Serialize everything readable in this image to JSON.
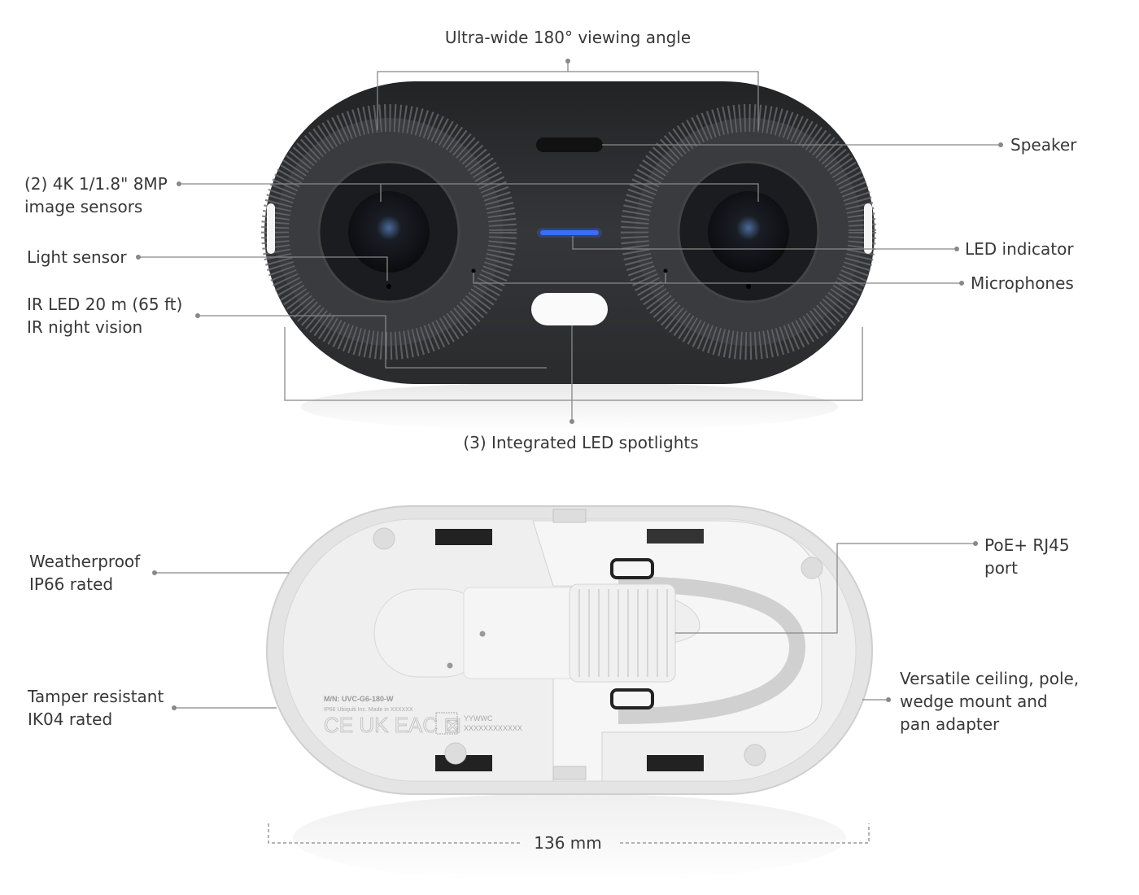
{
  "front": {
    "callouts": {
      "viewing_angle": "Ultra-wide 180° viewing angle",
      "speaker": "Speaker",
      "sensors_line1": "(2) 4K 1/1.8\" 8MP",
      "sensors_line2": "image sensors",
      "light_sensor": "Light sensor",
      "ir_line1": "IR LED 20 m (65 ft)",
      "ir_line2": "IR night vision",
      "led_indicator": "LED indicator",
      "microphones": "Microphones",
      "spotlights": "(3) Integrated LED spotlights"
    },
    "colors": {
      "body": "#2b2c2e",
      "led": "#3d6dff"
    }
  },
  "back": {
    "callouts": {
      "weather_line1": "Weatherproof",
      "weather_line2": "IP66 rated",
      "tamper_line1": "Tamper resistant",
      "tamper_line2": "IK04 rated",
      "poe_line1": "PoE+ RJ45",
      "poe_line2": "port",
      "mount_line1": "Versatile ceiling, pole,",
      "mount_line2": "wedge mount and",
      "mount_line3": "pan adapter"
    },
    "label": {
      "model": "M/N: UVC-G6-180-W",
      "info": "IP66   Ubiquiti Inc.   Made in XXXXXX",
      "date_code": "YYWWC",
      "serial": "XXXXXXXXXXXX"
    },
    "colors": {
      "body": "#ececec"
    }
  },
  "dimension": "136 mm"
}
